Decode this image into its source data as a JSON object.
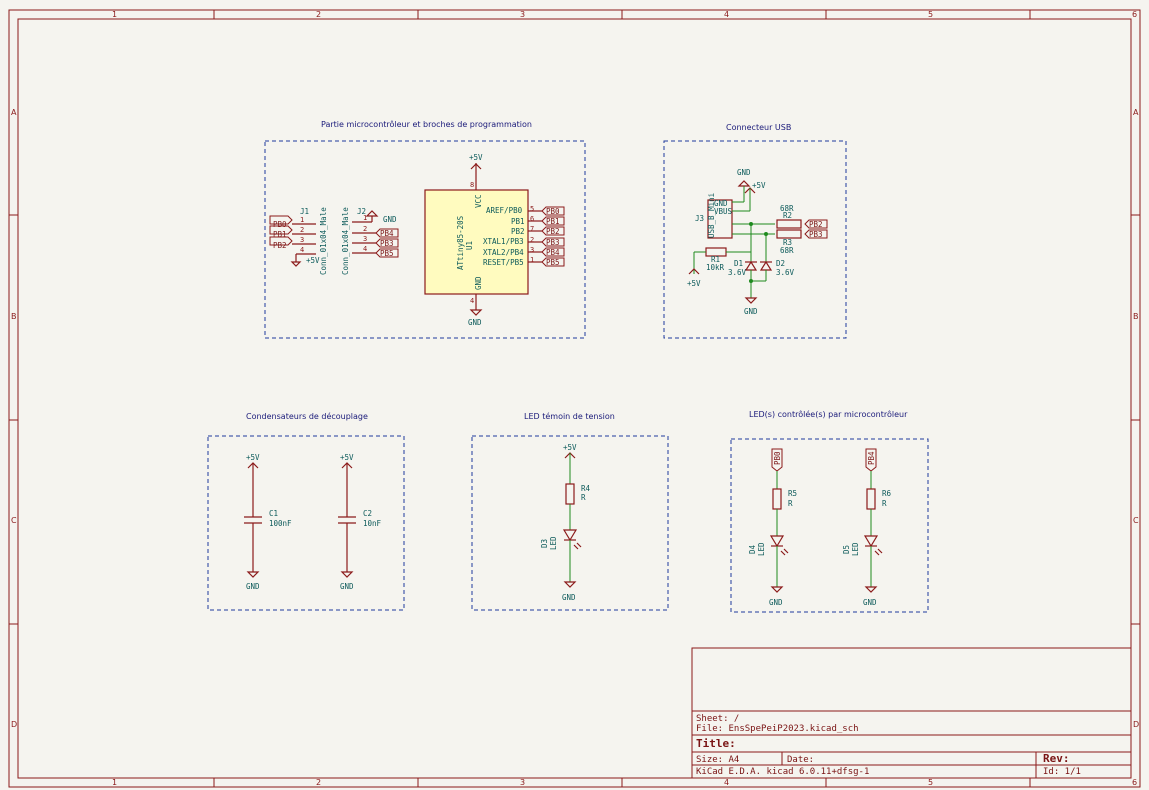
{
  "zones": {
    "columns": [
      "1",
      "2",
      "3",
      "4",
      "5",
      "6"
    ],
    "rows": [
      "A",
      "B",
      "C",
      "D"
    ]
  },
  "sections": {
    "mcu": "Partie microcontrôleur et broches de programmation",
    "usb": "Connecteur USB",
    "decoupling": "Condensateurs de découplage",
    "power_led": "LED témoin de tension",
    "mcu_leds": "LED(s) contrôlée(s) par microcontrôleur"
  },
  "power": {
    "vcc": "+5V",
    "gnd": "GND"
  },
  "mcu": {
    "ref": "U1",
    "value": "ATtiny85-20S",
    "vcc_pin_name": "VCC",
    "gnd_pin_name": "GND",
    "vcc_pin": "8",
    "gnd_pin": "4",
    "pins": [
      {
        "num": "5",
        "name": "AREF/PB0",
        "net": "PB0"
      },
      {
        "num": "6",
        "name": "PB1",
        "net": "PB1"
      },
      {
        "num": "7",
        "name": "PB2",
        "net": "PB2"
      },
      {
        "num": "2",
        "name": "XTAL1/PB3",
        "net": "PB3"
      },
      {
        "num": "3",
        "name": "XTAL2/PB4",
        "net": "PB4"
      },
      {
        "num": "1",
        "name": "RESET/PB5",
        "net": "PB5"
      }
    ]
  },
  "j1": {
    "ref": "J1",
    "value": "Conn_01x04_Male",
    "pins": [
      "1",
      "2",
      "3",
      "4"
    ],
    "nets": [
      "PB0",
      "PB1",
      "PB2"
    ]
  },
  "j2": {
    "ref": "J2",
    "value": "Conn_01x04_Male",
    "pins": [
      "1",
      "2",
      "3",
      "4"
    ],
    "nets": [
      "PB4",
      "PB3",
      "PB5"
    ]
  },
  "usb": {
    "j3_ref": "J3",
    "j3_value": "USB_B_Mini",
    "pin_labels": [
      "GND",
      "VBUS"
    ],
    "r1_ref": "R1",
    "r1_value": "10kR",
    "r2_ref": "R2",
    "r2_value": "68R",
    "r3_ref": "R3",
    "r3_value": "68R",
    "d1_ref": "D1",
    "d1_value": "3.6V",
    "d2_ref": "D2",
    "d2_value": "3.6V",
    "nets": [
      "PB2",
      "PB3"
    ]
  },
  "caps": [
    {
      "ref": "C1",
      "value": "100nF"
    },
    {
      "ref": "C2",
      "value": "10nF"
    }
  ],
  "power_led": {
    "r_ref": "R4",
    "r_value": "R",
    "d_ref": "D3",
    "d_value": "LED"
  },
  "mcu_leds": [
    {
      "net": "PB0",
      "r_ref": "R5",
      "r_value": "R",
      "d_ref": "D4",
      "d_value": "LED"
    },
    {
      "net": "PB4",
      "r_ref": "R6",
      "r_value": "R",
      "d_ref": "D5",
      "d_value": "LED"
    }
  ],
  "title_block": {
    "sheet": "Sheet: /",
    "file": "File: EnsSpePeiP2023.kicad_sch",
    "title": "Title:",
    "size": "Size: A4",
    "date": "Date:",
    "rev": "Rev:",
    "tool": "KiCad E.D.A.  kicad 6.0.11+dfsg-1",
    "id": "Id: 1/1"
  }
}
